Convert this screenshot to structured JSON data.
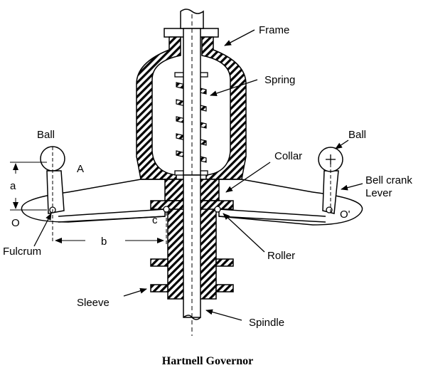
{
  "caption": "Hartnell Governor",
  "labels": {
    "frame": "Frame",
    "spring": "Spring",
    "collar": "Collar",
    "ball_left": "Ball",
    "ball_right": "Ball",
    "bell_crank_line1": "Bell crank",
    "bell_crank_line2": "Lever",
    "point_a": "A",
    "dim_a": "a",
    "dim_b": "b",
    "point_c": "c",
    "point_o": "O",
    "point_o_prime": "O'",
    "fulcrum": "Fulcrum",
    "roller": "Roller",
    "sleeve": "Sleeve",
    "spindle": "Spindle"
  }
}
